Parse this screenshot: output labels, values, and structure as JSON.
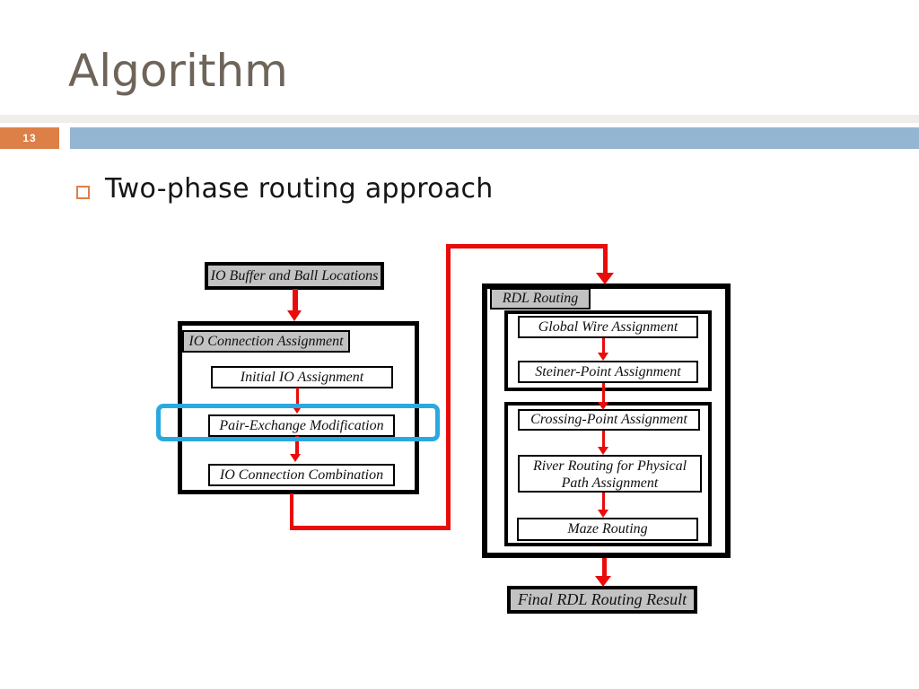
{
  "slide": {
    "title": "Algorithm",
    "page_number": "13",
    "bullet": "Two-phase routing approach"
  },
  "colors": {
    "accent_orange": "#DD8047",
    "accent_blue": "#94B6D2",
    "title_text": "#6E6459",
    "arrow_red": "#EA0B0B",
    "box_gray_fill": "#C2C2C2",
    "highlight_cyan": "#2AA9E0"
  },
  "flowchart": {
    "io_buffer": "IO Buffer and Ball Locations",
    "io_connection_assignment": "IO Connection Assignment",
    "initial_io": "Initial IO Assignment",
    "pair_exchange": "Pair-Exchange Modification",
    "io_connection_combination": "IO Connection Combination",
    "rdl_routing": "RDL Routing",
    "global_wire": "Global Wire Assignment",
    "steiner_point": "Steiner-Point Assignment",
    "crossing_point": "Crossing-Point Assignment",
    "river_routing": "River Routing for Physical Path Assignment",
    "maze_routing": "Maze Routing",
    "final_result": "Final RDL Routing Result",
    "highlighted_step": "Pair-Exchange Modification"
  }
}
